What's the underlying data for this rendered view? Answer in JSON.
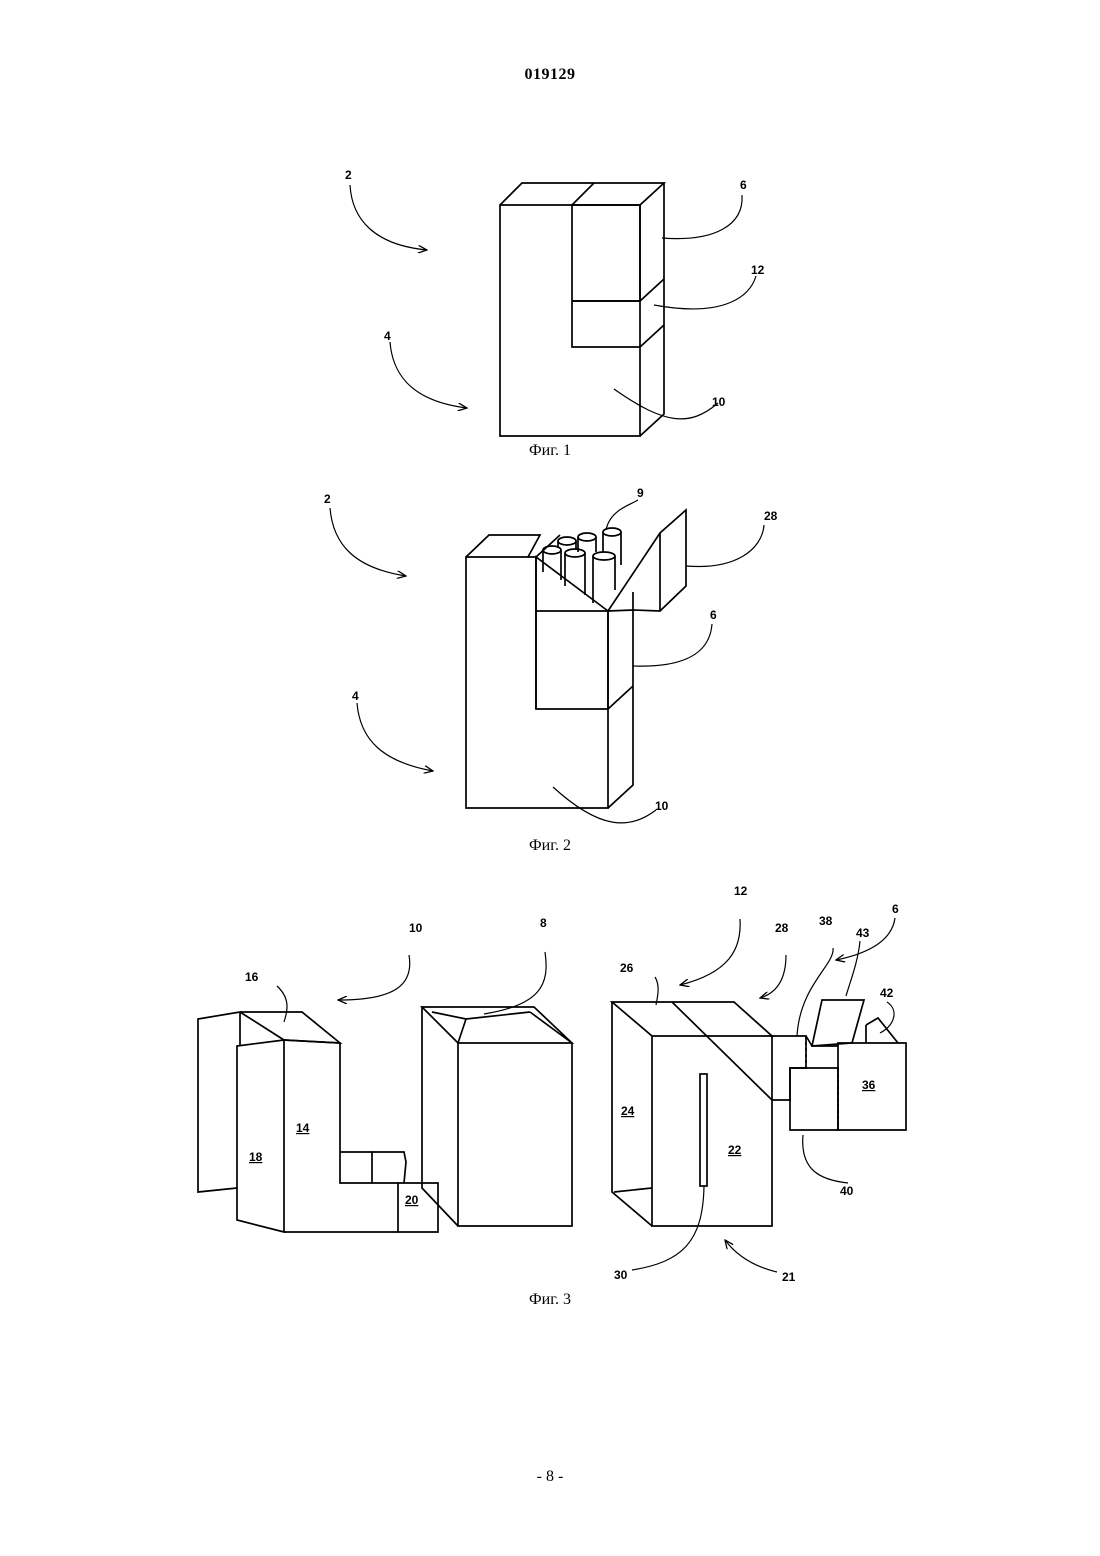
{
  "header": {
    "doc_number": "019129"
  },
  "captions": {
    "fig1": "Фиг. 1",
    "fig2": "Фиг. 2",
    "fig3": "Фиг. 3"
  },
  "footer": {
    "page_number": "- 8 -"
  },
  "fig1_labels": {
    "l2": "2",
    "l4": "4",
    "l6": "6",
    "l12": "12",
    "l10": "10"
  },
  "fig2_labels": {
    "l2": "2",
    "l4": "4",
    "l9": "9",
    "l28": "28",
    "l6": "6",
    "l10": "10"
  },
  "fig3_labels": {
    "l10": "10",
    "l16": "16",
    "l8": "8",
    "l14": "14",
    "l18": "18",
    "l20": "20",
    "l12": "12",
    "l26": "26",
    "l28": "28",
    "l38": "38",
    "l43": "43",
    "l6": "6",
    "l42": "42",
    "l24": "24",
    "l22": "22",
    "l36": "36",
    "l40": "40",
    "l30": "30",
    "l21": "21"
  }
}
